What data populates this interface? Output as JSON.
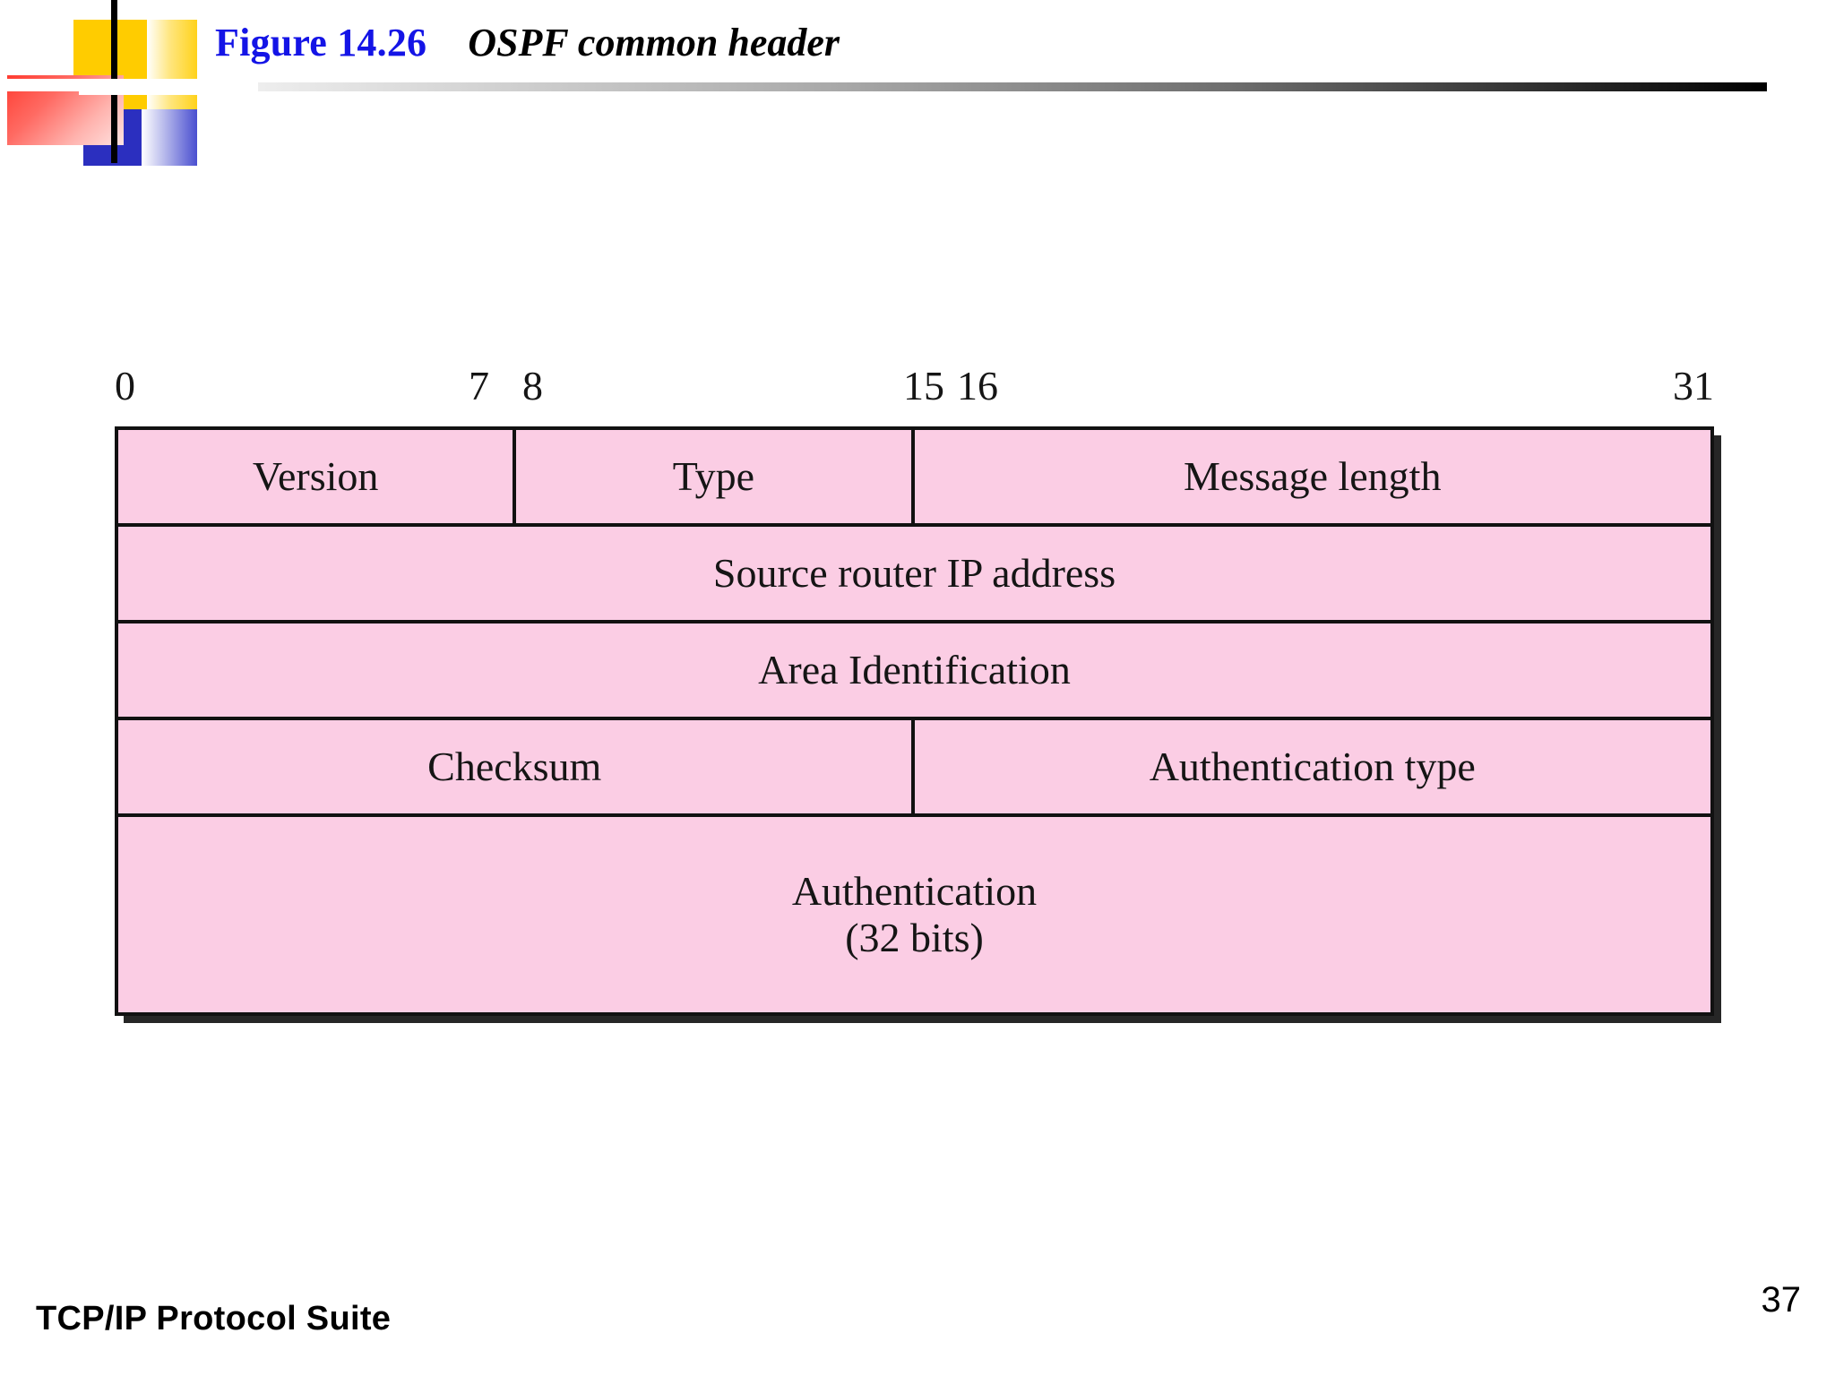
{
  "slide": {
    "title": {
      "figure_number": "Figure 14.26",
      "caption": "OSPF common header",
      "figure_number_color": "#1414E6",
      "caption_color": "#000000"
    },
    "footer": {
      "book_title": "TCP/IP Protocol Suite",
      "page_number": "37"
    }
  },
  "diagram": {
    "fill_color": "#FBCDE4",
    "border_color": "#111111",
    "bit_ruler": {
      "ticks": [
        "0",
        "7",
        "8",
        "15",
        "16",
        "31"
      ]
    },
    "rows": [
      {
        "name": "row-1",
        "cells": [
          {
            "label": "Version",
            "width": "25%"
          },
          {
            "label": "Type",
            "width": "25%"
          },
          {
            "label": "Message length",
            "width": "50%"
          }
        ]
      },
      {
        "name": "row-2",
        "cells": [
          {
            "label": "Source router IP address",
            "width": "100%"
          }
        ]
      },
      {
        "name": "row-3",
        "cells": [
          {
            "label": "Area Identification",
            "width": "100%"
          }
        ]
      },
      {
        "name": "row-4",
        "cells": [
          {
            "label": "Checksum",
            "width": "50%"
          },
          {
            "label": "Authentication type",
            "width": "50%"
          }
        ]
      },
      {
        "name": "row-5",
        "cells": [
          {
            "label": "Authentication",
            "sublabel": "(32 bits)",
            "width": "100%"
          }
        ]
      }
    ]
  }
}
